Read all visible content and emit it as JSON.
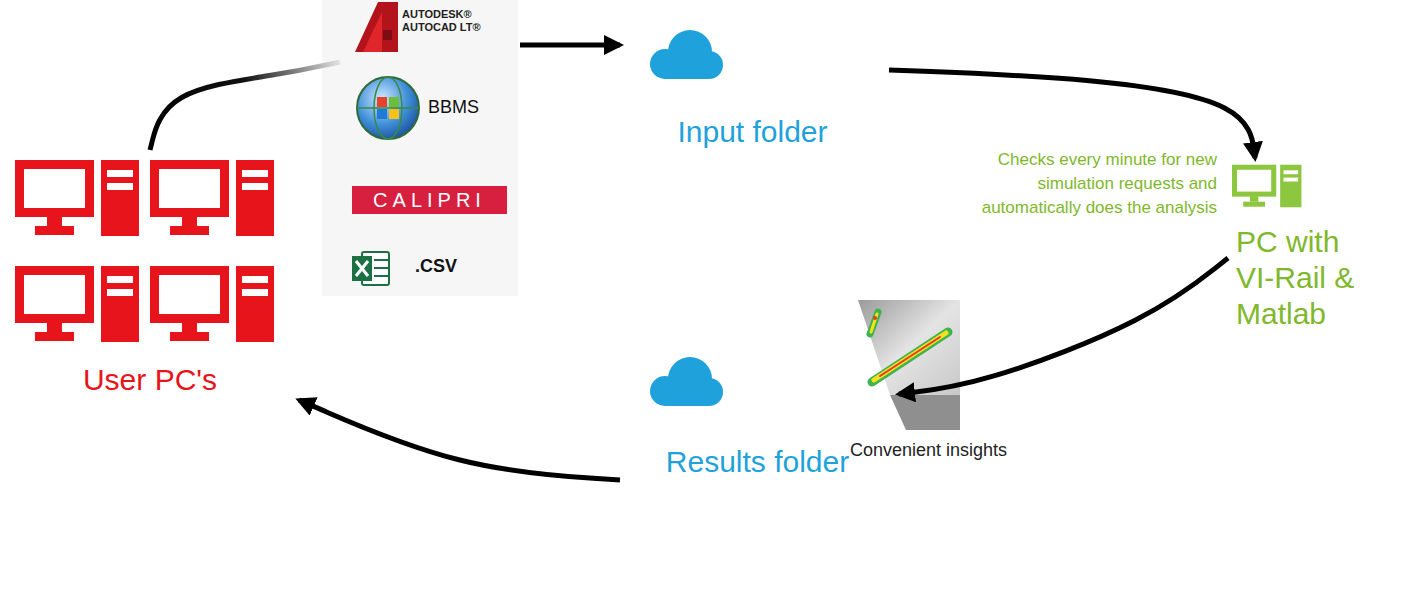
{
  "diagram": {
    "nodes": [
      {
        "text": [
          "AUTODESK®",
          "AUTOCAD LT®",
          "BBMS",
          "CALIPRI",
          ".CSV"
        ]
      },
      {
        "text": [
          "Input folder"
        ]
      },
      {
        "text": [
          "PC with VI-Rail & Matlab"
        ]
      },
      {
        "text": [
          "Results folder"
        ]
      },
      {
        "text": [
          "User PC's"
        ]
      }
    ],
    "edges": [
      {
        "from": 4,
        "to": 0,
        "arrow": "none"
      },
      {
        "from": 0,
        "to": 1,
        "arrow": "to"
      },
      {
        "from": 1,
        "to": 2,
        "arrow": "to"
      },
      {
        "from": 2,
        "to": 3,
        "arrow": "to"
      },
      {
        "from": 3,
        "to": 4,
        "arrow": "to"
      }
    ],
    "labels": [
      "Checks every minute for new simulation requests and automatically does the analysis",
      "Convenient insights"
    ]
  }
}
